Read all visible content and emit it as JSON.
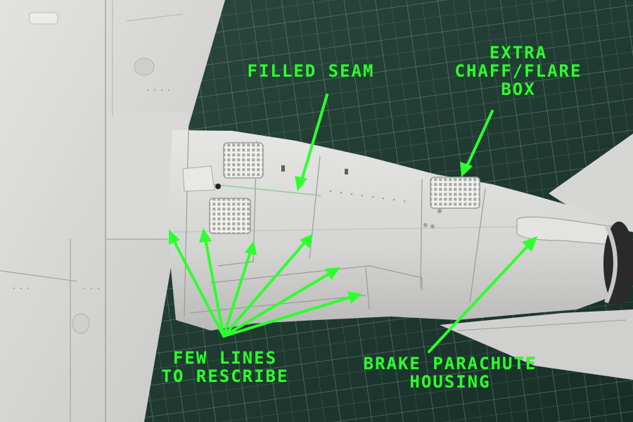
{
  "annotations": {
    "filled_seam": {
      "text": "FILLED SEAM"
    },
    "chaff_box": {
      "lines": [
        "EXTRA",
        "CHAFF/FLARE",
        "BOX"
      ]
    },
    "few_lines": {
      "lines": [
        "FEW LINES",
        "TO RESCRIBE"
      ]
    },
    "brake_housing": {
      "lines": [
        "BRAKE PARACHUTE",
        "HOUSING"
      ]
    }
  },
  "colors": {
    "annotation": "#2eff2e",
    "cutting_mat": "#1f3b33",
    "mat_grid": "#8fb39a",
    "model_plastic": "#d7d7d5"
  }
}
